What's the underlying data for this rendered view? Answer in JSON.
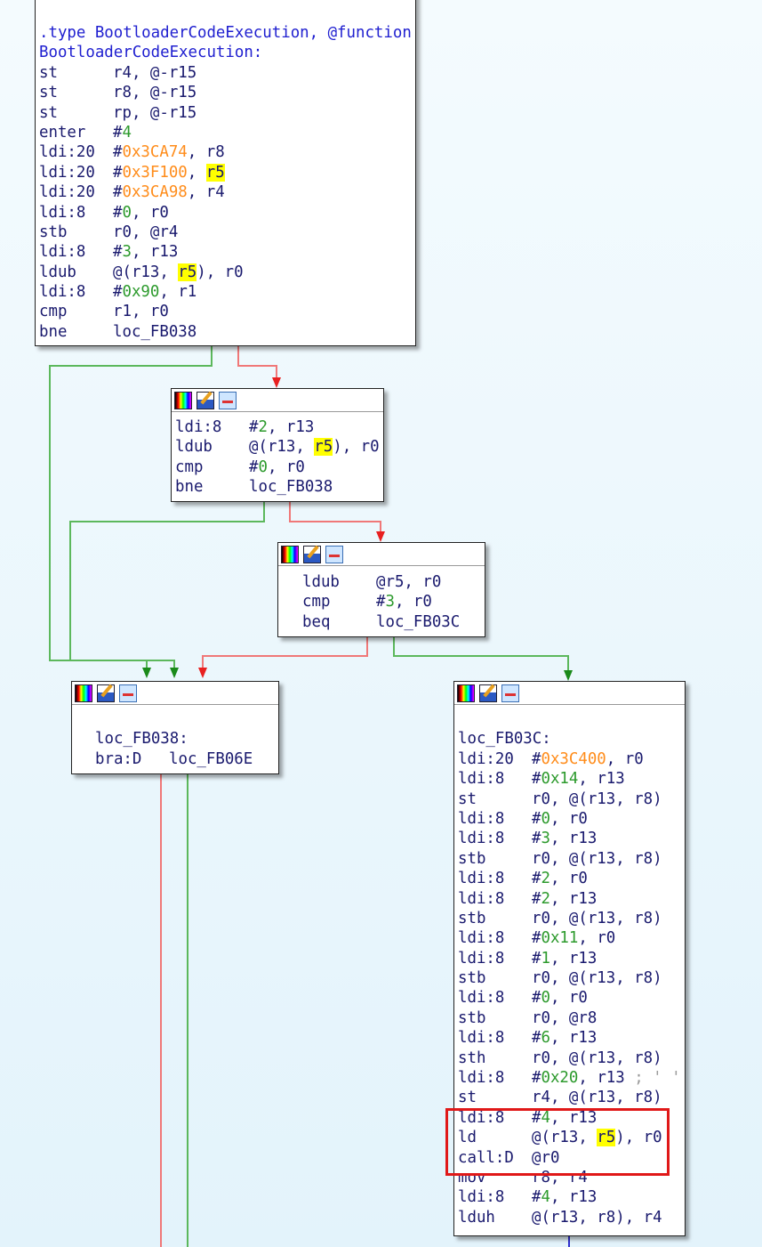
{
  "graph": {
    "colors": {
      "true_edge": "#5cb85c",
      "false_edge": "#f07878",
      "arrow_green": "#1a8a1a",
      "arrow_red": "#e82020",
      "flow_blue": "#3030d0",
      "highlight_box": "#e01818"
    },
    "blocks": [
      {
        "id": "entry",
        "header_icons": false,
        "lines": [
          {
            "op": "",
            "args": [
              [
                ".type BootloaderCodeExecution, @function",
                "l"
              ]
            ]
          },
          {
            "op": "",
            "args": [
              [
                "BootloaderCodeExecution:",
                "l"
              ]
            ]
          },
          {
            "op": "st",
            "args": [
              [
                "r4, @-r15",
                "r"
              ]
            ]
          },
          {
            "op": "st",
            "args": [
              [
                "r8, @-r15",
                "r"
              ]
            ]
          },
          {
            "op": "st",
            "args": [
              [
                "rp, @-r15",
                "r"
              ]
            ]
          },
          {
            "op": "enter",
            "args": [
              [
                "#",
                "r"
              ],
              [
                "4",
                "n"
              ]
            ]
          },
          {
            "op": "ldi:20",
            "args": [
              [
                "#",
                "r"
              ],
              [
                "0x3CA74",
                "h"
              ],
              [
                ", r8",
                "r"
              ]
            ]
          },
          {
            "op": "ldi:20",
            "args": [
              [
                "#",
                "r"
              ],
              [
                "0x3F100",
                "h"
              ],
              [
                ", ",
                "r"
              ],
              [
                "r5",
                "y"
              ]
            ]
          },
          {
            "op": "ldi:20",
            "args": [
              [
                "#",
                "r"
              ],
              [
                "0x3CA98",
                "h"
              ],
              [
                ", r4",
                "r"
              ]
            ]
          },
          {
            "op": "ldi:8",
            "args": [
              [
                "#",
                "r"
              ],
              [
                "0",
                "n"
              ],
              [
                ", r0",
                "r"
              ]
            ]
          },
          {
            "op": "stb",
            "args": [
              [
                "r0, @r4",
                "r"
              ]
            ]
          },
          {
            "op": "ldi:8",
            "args": [
              [
                "#",
                "r"
              ],
              [
                "3",
                "n"
              ],
              [
                ", r13",
                "r"
              ]
            ]
          },
          {
            "op": "ldub",
            "args": [
              [
                "@(r13, ",
                "r"
              ],
              [
                "r5",
                "y"
              ],
              [
                "), r0",
                "r"
              ]
            ]
          },
          {
            "op": "ldi:8",
            "args": [
              [
                "#",
                "r"
              ],
              [
                "0x90",
                "n"
              ],
              [
                ", r1",
                "r"
              ]
            ]
          },
          {
            "op": "cmp",
            "args": [
              [
                "r1, r0",
                "r"
              ]
            ]
          },
          {
            "op": "bne",
            "args": [
              [
                "loc_FB038",
                "r"
              ]
            ]
          }
        ]
      },
      {
        "id": "b2",
        "header_icons": true,
        "lines": [
          {
            "op": "ldi:8",
            "args": [
              [
                "#",
                "r"
              ],
              [
                "2",
                "n"
              ],
              [
                ", r13",
                "r"
              ]
            ]
          },
          {
            "op": "ldub",
            "args": [
              [
                "@(r13, ",
                "r"
              ],
              [
                "r5",
                "y"
              ],
              [
                "), r0",
                "r"
              ]
            ]
          },
          {
            "op": "cmp",
            "args": [
              [
                "#",
                "r"
              ],
              [
                "0",
                "n"
              ],
              [
                ", r0",
                "r"
              ]
            ]
          },
          {
            "op": "bne",
            "args": [
              [
                "loc_FB038",
                "r"
              ]
            ]
          }
        ]
      },
      {
        "id": "b3",
        "header_icons": true,
        "lines": [
          {
            "op": "ldub",
            "args": [
              [
                "@r5, r0",
                "r"
              ]
            ]
          },
          {
            "op": "cmp",
            "args": [
              [
                "#",
                "r"
              ],
              [
                "3",
                "n"
              ],
              [
                ", r0",
                "r"
              ]
            ]
          },
          {
            "op": "beq",
            "args": [
              [
                "loc_FB03C",
                "r"
              ]
            ]
          }
        ]
      },
      {
        "id": "b4",
        "header_icons": true,
        "lines": [
          {
            "op": "",
            "args": [
              [
                "",
                "r"
              ]
            ]
          },
          {
            "op": "",
            "args": [
              [
                "loc_FB038:",
                "r"
              ]
            ]
          },
          {
            "op": "bra:D",
            "args": [
              [
                "loc_FB06E",
                "r"
              ]
            ]
          }
        ]
      },
      {
        "id": "b5",
        "header_icons": true,
        "lines": [
          {
            "op": "",
            "args": [
              [
                "",
                "r"
              ]
            ]
          },
          {
            "op": "",
            "args": [
              [
                "loc_FB03C:",
                "r"
              ]
            ]
          },
          {
            "op": "ldi:20",
            "args": [
              [
                "#",
                "r"
              ],
              [
                "0x3C400",
                "h"
              ],
              [
                ", r0",
                "r"
              ]
            ]
          },
          {
            "op": "ldi:8",
            "args": [
              [
                "#",
                "r"
              ],
              [
                "0x14",
                "n"
              ],
              [
                ", r13",
                "r"
              ]
            ]
          },
          {
            "op": "st",
            "args": [
              [
                "r0, @(r13, r8)",
                "r"
              ]
            ]
          },
          {
            "op": "ldi:8",
            "args": [
              [
                "#",
                "r"
              ],
              [
                "0",
                "n"
              ],
              [
                ", r0",
                "r"
              ]
            ]
          },
          {
            "op": "ldi:8",
            "args": [
              [
                "#",
                "r"
              ],
              [
                "3",
                "n"
              ],
              [
                ", r13",
                "r"
              ]
            ]
          },
          {
            "op": "stb",
            "args": [
              [
                "r0, @(r13, r8)",
                "r"
              ]
            ]
          },
          {
            "op": "ldi:8",
            "args": [
              [
                "#",
                "r"
              ],
              [
                "2",
                "n"
              ],
              [
                ", r0",
                "r"
              ]
            ]
          },
          {
            "op": "ldi:8",
            "args": [
              [
                "#",
                "r"
              ],
              [
                "2",
                "n"
              ],
              [
                ", r13",
                "r"
              ]
            ]
          },
          {
            "op": "stb",
            "args": [
              [
                "r0, @(r13, r8)",
                "r"
              ]
            ]
          },
          {
            "op": "ldi:8",
            "args": [
              [
                "#",
                "r"
              ],
              [
                "0x11",
                "n"
              ],
              [
                ", r0",
                "r"
              ]
            ]
          },
          {
            "op": "ldi:8",
            "args": [
              [
                "#",
                "r"
              ],
              [
                "1",
                "n"
              ],
              [
                ", r13",
                "r"
              ]
            ]
          },
          {
            "op": "stb",
            "args": [
              [
                "r0, @(r13, r8)",
                "r"
              ]
            ]
          },
          {
            "op": "ldi:8",
            "args": [
              [
                "#",
                "r"
              ],
              [
                "0",
                "n"
              ],
              [
                ", r0",
                "r"
              ]
            ]
          },
          {
            "op": "stb",
            "args": [
              [
                "r0, @r8",
                "r"
              ]
            ]
          },
          {
            "op": "ldi:8",
            "args": [
              [
                "#",
                "r"
              ],
              [
                "6",
                "n"
              ],
              [
                ", r13",
                "r"
              ]
            ]
          },
          {
            "op": "sth",
            "args": [
              [
                "r0, @(r13, r8)",
                "r"
              ]
            ]
          },
          {
            "op": "ldi:8",
            "args": [
              [
                "#",
                "r"
              ],
              [
                "0x20",
                "n"
              ],
              [
                ", r13 ",
                "r"
              ],
              [
                "; ' '",
                "c"
              ]
            ]
          },
          {
            "op": "st",
            "args": [
              [
                "r4, @(r13, r8)",
                "r"
              ]
            ]
          },
          {
            "op": "ldi:8",
            "args": [
              [
                "#",
                "r"
              ],
              [
                "4",
                "n"
              ],
              [
                ", r13",
                "r"
              ]
            ]
          },
          {
            "op": "ld",
            "args": [
              [
                "@(r13, ",
                "r"
              ],
              [
                "r5",
                "y"
              ],
              [
                "), r0",
                "r"
              ]
            ]
          },
          {
            "op": "call:D",
            "args": [
              [
                "@r0",
                "r"
              ]
            ]
          },
          {
            "op": "mov",
            "args": [
              [
                "r8, r4",
                "r"
              ]
            ]
          },
          {
            "op": "ldi:8",
            "args": [
              [
                "#",
                "r"
              ],
              [
                "4",
                "n"
              ],
              [
                ", r13",
                "r"
              ]
            ]
          },
          {
            "op": "lduh",
            "args": [
              [
                "@(r13, r8), r4",
                "r"
              ]
            ]
          }
        ]
      }
    ]
  }
}
